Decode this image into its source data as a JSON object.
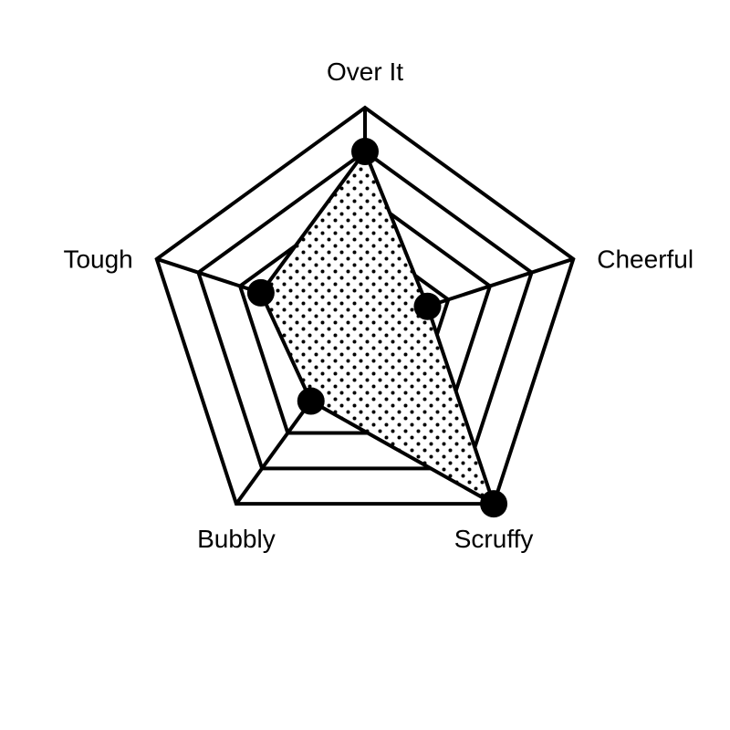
{
  "chart_data": {
    "type": "radar",
    "axes": [
      "Over It",
      "Cheerful",
      "Scruffy",
      "Bubbly",
      "Tough"
    ],
    "series": [
      {
        "values": [
          4,
          1.5,
          5,
          2.1,
          2.5
        ]
      }
    ],
    "range": [
      0,
      5
    ],
    "grid_rings": [
      1,
      2,
      3,
      4,
      5
    ],
    "grid": true,
    "legend": "none",
    "fill_pattern": "dots",
    "line_color": "#000000",
    "background": "#ffffff"
  }
}
